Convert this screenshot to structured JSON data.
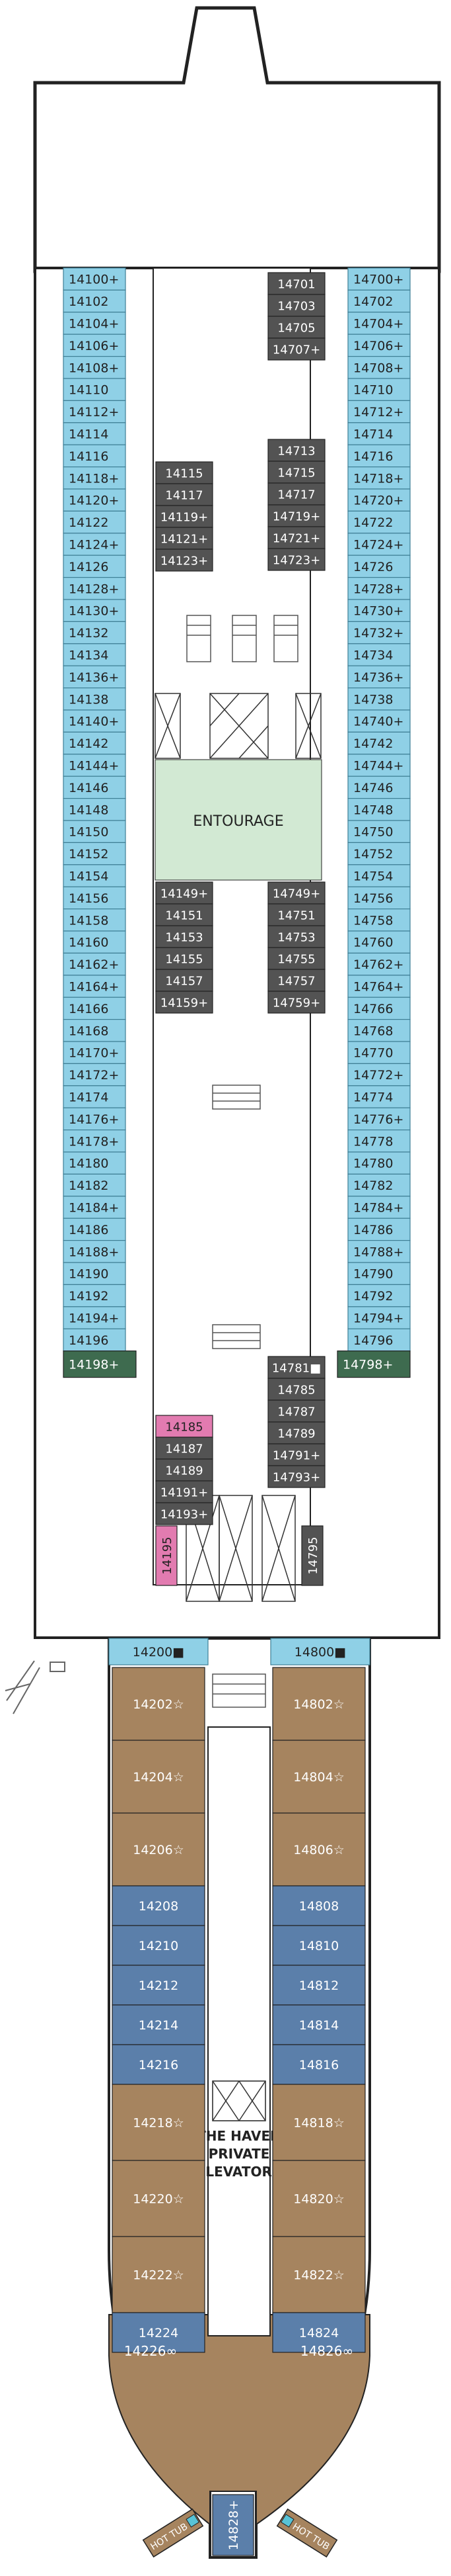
{
  "colors": {
    "balcony_cabin": "#8fd0e6",
    "balcony_border": "#3f7f95",
    "studio_gray": "#535353",
    "studio_gray_alt": "#7b7b7b",
    "inside_pink": "#e27bb0",
    "haven_tan": "#a6845f",
    "haven_blue": "#5b7faa",
    "corner_green": "#3e6b4f",
    "entourage_green": "#d2e9d3",
    "outline": "#222222",
    "wall": "#ffffff"
  },
  "symbols": {
    "plus": "+",
    "square": "■",
    "star": "☆",
    "infinity": "∞"
  },
  "deck": {
    "port_cabins": [
      "14100+",
      "14102",
      "14104+",
      "14106+",
      "14108+",
      "14110",
      "14112+",
      "14114",
      "14116",
      "14118+",
      "14120+",
      "14122",
      "14124+",
      "14126",
      "14128+",
      "14130+",
      "14132",
      "14134",
      "14136+",
      "14138",
      "14140+",
      "14142",
      "14144+",
      "14146",
      "14148",
      "14150",
      "14152",
      "14154",
      "14156",
      "14158",
      "14160",
      "14162+",
      "14164+",
      "14166",
      "14168",
      "14170+",
      "14172+",
      "14174",
      "14176+",
      "14178+",
      "14180",
      "14182",
      "14184+",
      "14186",
      "14188+",
      "14190",
      "14192",
      "14194+",
      "14196"
    ],
    "starboard_cabins": [
      "14700+",
      "14702",
      "14704+",
      "14706+",
      "14708+",
      "14710",
      "14712+",
      "14714",
      "14716",
      "14718+",
      "14720+",
      "14722",
      "14724+",
      "14726",
      "14728+",
      "14730+",
      "14732+",
      "14734",
      "14736+",
      "14738",
      "14740+",
      "14742",
      "14744+",
      "14746",
      "14748",
      "14750",
      "14752",
      "14754",
      "14756",
      "14758",
      "14760",
      "14762+",
      "14764+",
      "14766",
      "14768",
      "14770",
      "14772+",
      "14774",
      "14776+",
      "14778",
      "14780",
      "14782",
      "14784+",
      "14786",
      "14788+",
      "14790",
      "14792",
      "14794+",
      "14796"
    ],
    "corner_port": "14198+",
    "corner_starboard": "14798+",
    "inner_right_top": [
      "14701",
      "14703",
      "14705",
      "14707+"
    ],
    "inner_left_mid": [
      "14115",
      "14117",
      "14119+",
      "14121+",
      "14123+"
    ],
    "inner_right_mid": [
      "14713",
      "14715",
      "14717",
      "14719+",
      "14721+",
      "14723+"
    ],
    "inner_left_lower": [
      "14149+",
      "14151",
      "14153",
      "14155",
      "14157",
      "14159+"
    ],
    "inner_right_lower": [
      "14749+",
      "14751",
      "14753",
      "14755",
      "14757",
      "14759+"
    ],
    "inner_right_bottom": [
      "14781■",
      "14785",
      "14787",
      "14789",
      "14791+",
      "14793+"
    ],
    "inner_left_bottom": [
      "14185",
      "14187",
      "14189",
      "14191+",
      "14193+"
    ],
    "vertical_left": "14195",
    "vertical_right": "14795",
    "entourage_label": "ENTOURAGE"
  },
  "haven": {
    "top_port": "14200■",
    "top_starboard": "14800■",
    "port_suites": [
      "14202☆",
      "14204☆",
      "14206☆",
      "14208",
      "14210",
      "14212",
      "14214",
      "14216",
      "14218☆",
      "14220☆",
      "14222☆",
      "14224"
    ],
    "starboard_suites": [
      "14802☆",
      "14804☆",
      "14806☆",
      "14808",
      "14810",
      "14812",
      "14814",
      "14816",
      "14818☆",
      "14820☆",
      "14822☆",
      "14824"
    ],
    "aft_port": "14226∞",
    "aft_starboard": "14826∞",
    "aft_center": "14828+",
    "elevator_label": [
      "THE HAVEN",
      "PRIVATE",
      "ELEVATORS"
    ],
    "hot_tub": "HOT TUB"
  }
}
